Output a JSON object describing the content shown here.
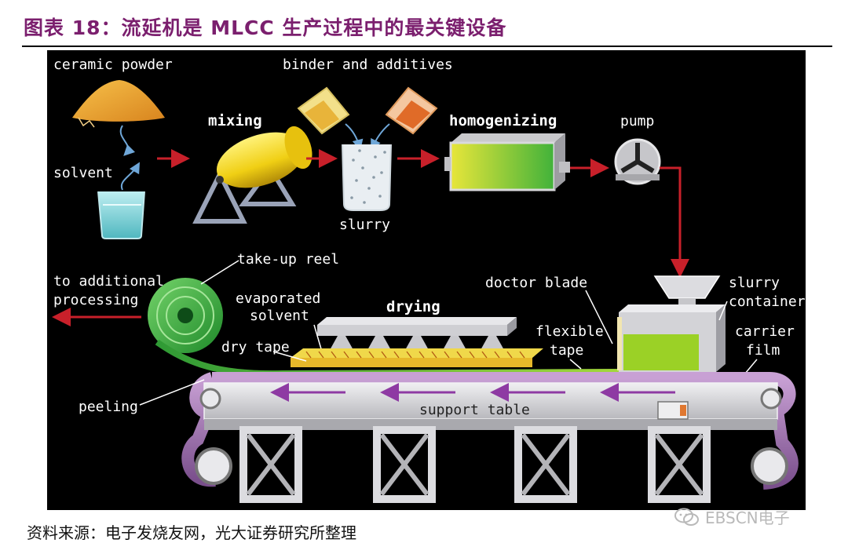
{
  "figure": {
    "title": "图表 18：流延机是 MLCC 生产过程中的最关键设备",
    "source": "资料来源：电子发烧友网，光大证券研究所整理",
    "watermark": "EBSCN电子"
  },
  "diagram": {
    "labels": {
      "ceramic_powder": "ceramic powder",
      "solvent": "solvent",
      "mixing": "mixing",
      "binder": "binder and additives",
      "slurry": "slurry",
      "homogenizing": "homogenizing",
      "pump": "pump",
      "take_up_reel": "take-up reel",
      "to_additional_1": "to additional",
      "to_additional_2": "processing",
      "evaporated_1": "evaporated",
      "evaporated_2": "solvent",
      "drying": "drying",
      "doctor_blade": "doctor blade",
      "slurry_container_1": "slurry",
      "slurry_container_2": "container",
      "dry_tape": "dry tape",
      "flexible_1": "flexible",
      "flexible_2": "tape",
      "carrier_1": "carrier",
      "carrier_2": "film",
      "peeling": "peeling",
      "support_table": "support table"
    },
    "colors": {
      "background": "#000000",
      "flow_arrow": "#c8202a",
      "tape_green": "#3fb23a",
      "yellow": "#f3dc1e",
      "purple": "#9c6bb0",
      "frame_grey": "#d9d9dc"
    }
  }
}
